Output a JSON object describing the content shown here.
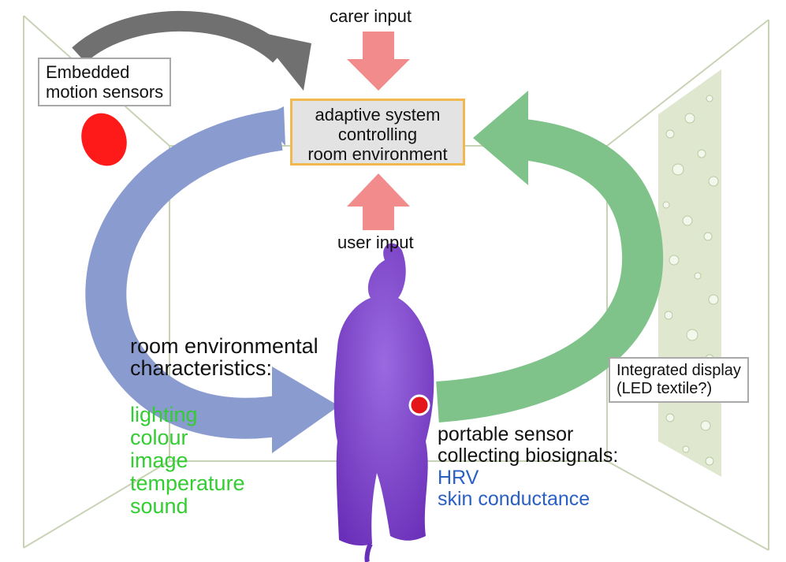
{
  "core_box": {
    "lines": [
      "adaptive system",
      "controlling",
      "room environment"
    ],
    "fill": "#e3e3e3",
    "border": "#f0b84e"
  },
  "labels": {
    "carer_input": "carer input",
    "user_input": "user input",
    "motion_sensors": [
      "Embedded",
      "motion sensors"
    ],
    "integrated_display": [
      "Integrated display",
      "(LED textile?)"
    ],
    "room_characteristics_title": [
      "room environmental",
      "characteristics:"
    ],
    "room_characteristics_items": [
      "lighting",
      "colour",
      "image",
      "temperature",
      "sound"
    ],
    "portable_sensor_title": [
      "portable sensor",
      "collecting biosignals:"
    ],
    "biosignals": [
      "HRV",
      "skin conductance"
    ]
  },
  "colors": {
    "input_arrows": "#f28b8b",
    "sensor_arrow": "#707070",
    "output_loop": "#8a9bd0",
    "biosignal_loop": "#7fc38a",
    "person": "#7a3fc4",
    "sensor_dot": "#ff1a1a",
    "characteristics_text": "#33cc33",
    "biosignal_text": "#2a5fc4",
    "room_lines": "#c8d3b6"
  },
  "icons": [
    "person-silhouette",
    "motion-sensor-dot",
    "wearable-sensor-dot",
    "led-textile-panel"
  ]
}
